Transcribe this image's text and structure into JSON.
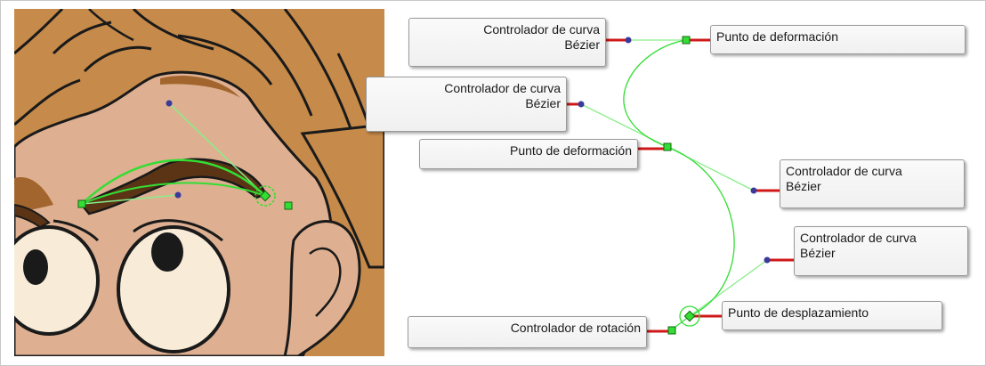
{
  "labels": {
    "bezier_handle_1": "Controlador de curva\nBézier",
    "deformation_point_1": "Punto de deformación",
    "bezier_handle_2": "Controlador de curva\nBézier",
    "deformation_point_2": "Punto de deformación",
    "bezier_handle_3": "Controlador de curva\nBézier",
    "bezier_handle_4": "Controlador de curva\nBézier",
    "offset_point": "Punto de desplazamiento",
    "rotation_handle": "Controlador de rotación"
  },
  "icons": {
    "point_marker": "green-square-point-icon",
    "handle_marker": "blue-dot-handle-icon",
    "pivot_marker": "pivot-circle-icon"
  },
  "colors": {
    "curve": "#33dd33",
    "handle_line": "#88ee88",
    "handle_dot": "#3a3a9a",
    "connector": "#d01818",
    "hair": "#c68a4a",
    "hair_shadow": "#a2652d",
    "skin": "#deb091",
    "brow": "#5b3416",
    "outline": "#1a1a1a"
  }
}
